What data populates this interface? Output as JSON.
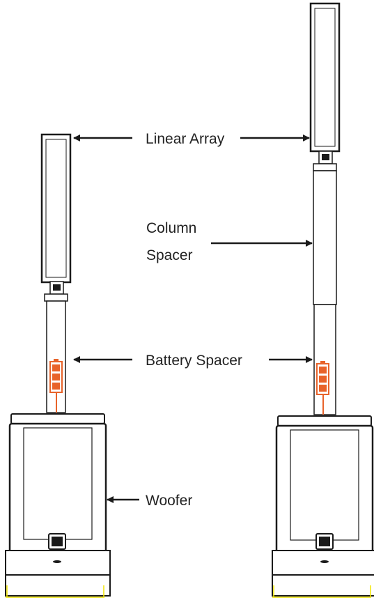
{
  "labels": {
    "linear_array": "Linear Array",
    "column_spacer_line1": "Column",
    "column_spacer_line2": "Spacer",
    "battery_spacer": "Battery Spacer",
    "woofer": "Woofer"
  },
  "colors": {
    "outline": "#1a1a1a",
    "battery": "#e8632a",
    "base_highlight": "#f2e600",
    "text": "#222222"
  },
  "icons": {
    "logo": "jbl-badge-icon",
    "battery": "battery-icon",
    "arrow": "arrow-icon"
  }
}
